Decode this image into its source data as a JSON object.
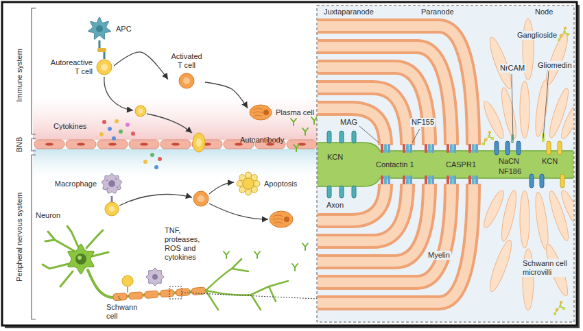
{
  "diagram": {
    "nodes": [
      {
        "text": [
          "APC"
        ]
      },
      {
        "text": [
          "Autoreactive T cell"
        ]
      },
      {
        "text": [
          "Activated T cell"
        ]
      },
      {
        "text": [
          "Plasma cell"
        ]
      },
      {
        "text": [
          "Macrophage"
        ]
      },
      {
        "text": [
          "Apoptosis"
        ]
      }
    ],
    "edges": [
      {
        "from": 1,
        "to": 2,
        "arrow": "to"
      },
      {
        "from": 2,
        "to": 3,
        "arrow": "to"
      }
    ],
    "labels": [
      "Immune system",
      "BNB",
      "Peripheral nervous system",
      "Cytokines",
      "Autoantibody",
      "Neuron",
      "TNF, proteases, ROS and cytokines",
      "Schwann cell",
      "Juxtaparanode",
      "Paranode",
      "Node",
      "Ganglioside",
      "Gliomedin",
      "NrCAM",
      "MAG",
      "NF155",
      "KCN",
      "Contactin 1",
      "CASPR1",
      "NaCN",
      "KCN",
      "NF186",
      "Axon",
      "Myelin",
      "Schwann cell microvilli"
    ]
  }
}
